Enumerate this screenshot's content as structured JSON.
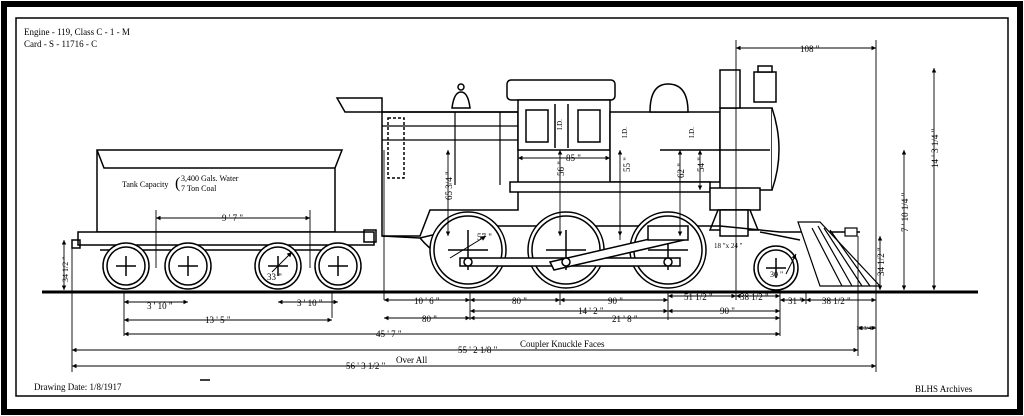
{
  "header": {
    "engine": "Engine - 119,  Class C - 1 - M",
    "card": "Card - S - 11716 - C"
  },
  "footer": {
    "drawing_date": "Drawing Date: 1/8/1917",
    "archives": "BLHS Archives"
  },
  "tank": {
    "label": "Tank Capacity",
    "water": "3,400 Gals. Water",
    "coal": "7 Ton Coal"
  },
  "labels": {
    "cab_ld_1": "I.D.",
    "cab_ld_2": "I.D.",
    "boiler_ld": "I.D.",
    "cylinder": "18 \"x 24 \""
  },
  "dimensions": {
    "top_108": "108 \"",
    "height_14_3": "14 ' 3 1/4 \"",
    "height_7_10": "7 ' 10 1/4 \"",
    "height_34_right": "34 1/2 \"",
    "height_34_left": "34 1/2 \"",
    "tender_9_7": "9 ' 7 \"",
    "cab_85": "85 \"",
    "cab_56": "56 \"",
    "d_55": "55 \"",
    "d_62": "62 \"",
    "d_54": "54 \"",
    "d_65_3_4": "65 3/4 \"",
    "driver_57": "57 \"",
    "tender_wheel_33": "33 \"",
    "pilot_wheel_30": "30 \"",
    "d_3_10_a": "3 ' 10 \"",
    "d_3_10_b": "3 ' 10 \"",
    "d_13_5": "13 ' 5 \"",
    "d_10_6": "10 ' 6 \"",
    "d_80_a": "80 \"",
    "d_80_b": "80 \"",
    "d_90_a": "90 \"",
    "d_90_b": "90 \"",
    "d_51_1_2": "51 1/2 \"",
    "d_38_1_2_a": "38 1/2 \"",
    "d_38_1_2_b": "38 1/2 \"",
    "d_31": "31 \"",
    "d_14_2": "14 ' 2 \"",
    "d_21_8": "21 ' 8 \"",
    "d_45_7": "45 ' 7 \"",
    "d_10_3_4": "10 3/4 \"",
    "d_55_2": "55 ' 2 1/8 \"",
    "coupler_faces": "Coupler Knuckle Faces",
    "d_56_3": "56 ' 3 1/2 \"",
    "overall": "Over All"
  }
}
